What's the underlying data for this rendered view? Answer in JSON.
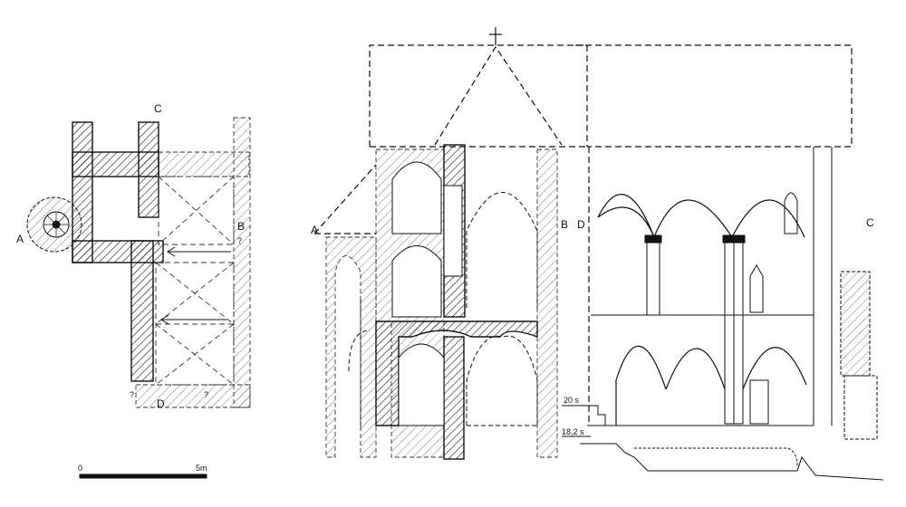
{
  "labels": {
    "plan_A": "A",
    "plan_B": "B",
    "plan_C": "C",
    "plan_D": "D",
    "plan_q1": "?",
    "plan_q2": "?",
    "plan_q3": "?",
    "sec_A": "A",
    "sec_B": "B",
    "elev_D": "D",
    "elev_C": "C"
  },
  "scale_bar": {
    "start": "0",
    "end": "5m"
  },
  "levels": {
    "upper": "20 s",
    "lower": "18,2 s"
  }
}
